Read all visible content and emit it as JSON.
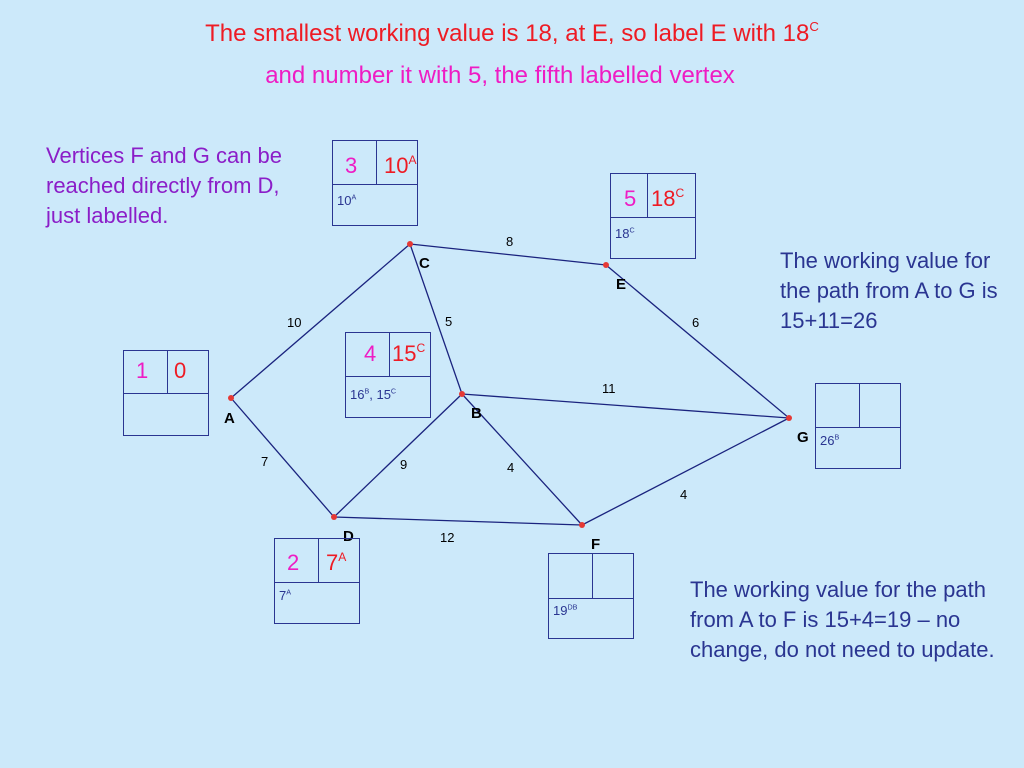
{
  "title": {
    "line1": "The smallest working value is 18, at E, so label E with 18",
    "line1_sup": "C",
    "line2": "and number it with 5, the fifth labelled vertex"
  },
  "notes": {
    "left": "Vertices F and G can be reached directly from D, just labelled.",
    "right_top": "The working value for the path from A to G is 15+11=26",
    "right_bottom": "The working value for the path from A to F is 15+4=19 – no change, do not need to update."
  },
  "vertices": {
    "A": "A",
    "B": "B",
    "C": "C",
    "D": "D",
    "E": "E",
    "F": "F",
    "G": "G"
  },
  "weights": {
    "AC": "10",
    "CE": "8",
    "CB": "5",
    "EG": "6",
    "BG": "11",
    "AD": "7",
    "DB": "9",
    "BF": "4",
    "DF": "12",
    "FG": "4"
  },
  "boxes": {
    "A": {
      "order": "1",
      "perm": "0",
      "perm_sup": "",
      "work": "",
      "work_sup": ""
    },
    "C": {
      "order": "3",
      "perm": "10",
      "perm_sup": "A",
      "work": "10",
      "work_sup": "A"
    },
    "E": {
      "order": "5",
      "perm": "18",
      "perm_sup": "C",
      "work": "18",
      "work_sup": "C"
    },
    "B": {
      "order": "4",
      "perm": "15",
      "perm_sup": "C",
      "work": "16",
      "work_sup": "B",
      "work2": ", 15",
      "work2_sup": "C"
    },
    "D": {
      "order": "2",
      "perm": "7",
      "perm_sup": "A",
      "work": "7",
      "work_sup": "A"
    },
    "F": {
      "order": "",
      "perm": "",
      "perm_sup": "",
      "work": "19",
      "work_sup": "DB"
    },
    "G": {
      "order": "",
      "perm": "",
      "perm_sup": "",
      "work": "26",
      "work_sup": "B"
    }
  },
  "colors": {
    "background": "#cce9fa",
    "edge": "#1a237e",
    "node": "#e53935",
    "title_red": "#ee1b24",
    "title_magenta": "#ee1cc4",
    "note_purple": "#8b1ec8",
    "note_blue": "#2a3591"
  }
}
